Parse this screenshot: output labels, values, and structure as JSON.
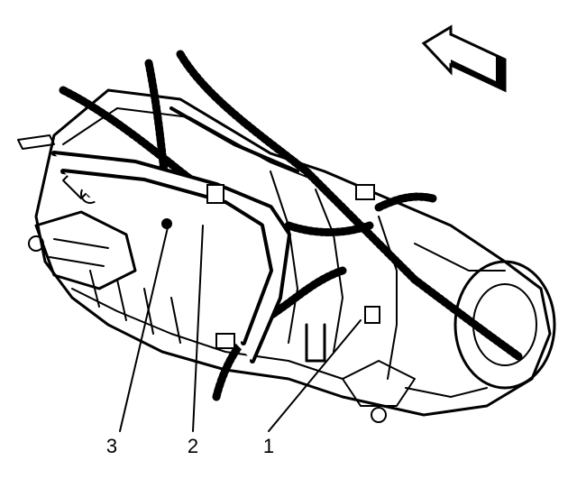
{
  "diagram": {
    "subject": "transmission-assembly-with-wiring-harness",
    "direction_arrow": "forward-arrow-icon",
    "callouts": [
      {
        "id": "callout-1",
        "label": "1"
      },
      {
        "id": "callout-2",
        "label": "2"
      },
      {
        "id": "callout-3",
        "label": "3"
      }
    ]
  },
  "colors": {
    "ink": "#000000",
    "background": "#ffffff"
  }
}
